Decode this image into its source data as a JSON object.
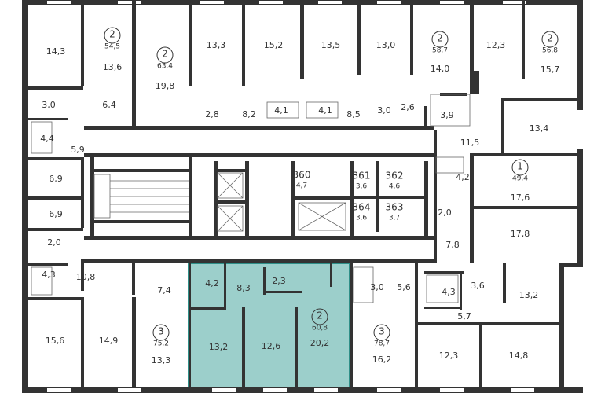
{
  "colors": {
    "wall": "#333333",
    "highlight_fill": "#9ccfcb",
    "highlight_stroke": "#2f8f88",
    "background": "#ffffff"
  },
  "apartments": [
    {
      "id": "apt-54-5",
      "rooms": "2",
      "area": "54,5"
    },
    {
      "id": "apt-63-4",
      "rooms": "2",
      "area": "63,4"
    },
    {
      "id": "apt-58-7",
      "rooms": "2",
      "area": "58,7"
    },
    {
      "id": "apt-56-8",
      "rooms": "2",
      "area": "56,8"
    },
    {
      "id": "apt-49-4",
      "rooms": "1",
      "area": "49,4"
    },
    {
      "id": "apt-75-2",
      "rooms": "3",
      "area": "75,2"
    },
    {
      "id": "apt-60-8",
      "rooms": "2",
      "area": "60,8",
      "highlighted": true
    },
    {
      "id": "apt-78-7",
      "rooms": "3",
      "area": "78,7"
    }
  ],
  "storage": [
    {
      "num": "360",
      "area": "4,7"
    },
    {
      "num": "361",
      "area": "3,6"
    },
    {
      "num": "362",
      "area": "4,6"
    },
    {
      "num": "364",
      "area": "3,6"
    },
    {
      "num": "363",
      "area": "3,7"
    }
  ],
  "room_areas": [
    "14,3",
    "13,6",
    "19,8",
    "13,3",
    "15,2",
    "13,5",
    "13,0",
    "14,0",
    "12,3",
    "15,7",
    "3,0",
    "6,4",
    "2,8",
    "8,2",
    "4,1",
    "4,1",
    "8,5",
    "3,0",
    "2,6",
    "3,9",
    "4,4",
    "5,9",
    "13,4",
    "11,5",
    "6,9",
    "4,2",
    "17,6",
    "6,9",
    "2,0",
    "17,8",
    "2,0",
    "7,8",
    "4,3",
    "10,8",
    "7,4",
    "4,2",
    "8,3",
    "2,3",
    "3,0",
    "5,6",
    "4,3",
    "3,6",
    "13,2",
    "5,7",
    "15,6",
    "14,9",
    "13,3",
    "13,2",
    "12,6",
    "20,2",
    "16,2",
    "12,3",
    "14,8"
  ]
}
